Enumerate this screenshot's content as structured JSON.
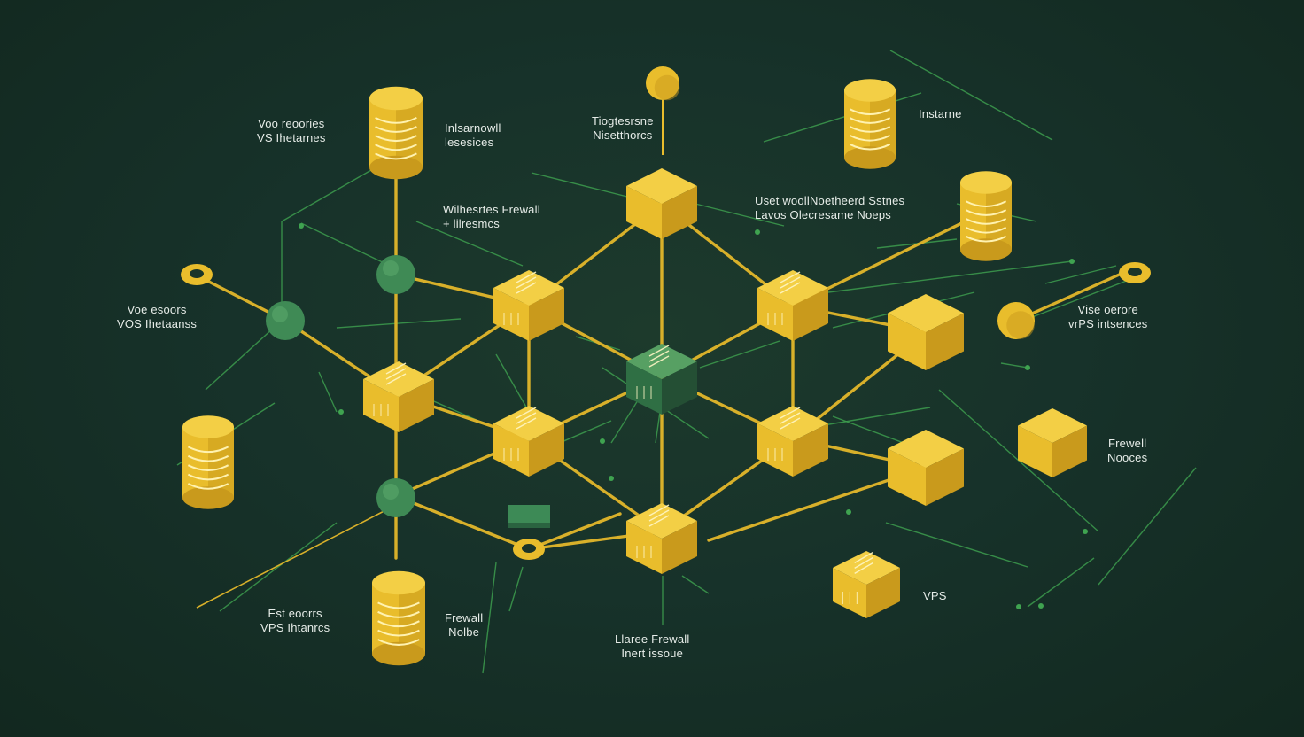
{
  "colors": {
    "background": "#17322a",
    "node_yellow": "#e9bd2c",
    "node_yellow_side": "#c99a1c",
    "node_yellow_top": "#f3cf45",
    "node_green": "#3f8a55",
    "link_yellow": "#d8b02a",
    "link_green": "#3fa350",
    "label_text": "#e6ece8"
  },
  "labels": [
    {
      "id": "l1",
      "lines": [
        "Voo reoories",
        "VS Ihetarnes"
      ]
    },
    {
      "id": "l2",
      "lines": [
        "Inlsarnowll",
        "lesesices"
      ]
    },
    {
      "id": "l3",
      "lines": [
        "Tiogtesrsne",
        "Nisetthorcs"
      ]
    },
    {
      "id": "l4",
      "lines": [
        "Instarne"
      ]
    },
    {
      "id": "l5",
      "lines": [
        "Wilhesrtes Frewall",
        "+ lilresmcs"
      ]
    },
    {
      "id": "l6",
      "lines": [
        "Uset woollNoetheerd Sstnes",
        "Lavos Olecresame Noeps"
      ]
    },
    {
      "id": "l7",
      "lines": [
        "Voe esoors",
        "VOS Ihetaanss"
      ]
    },
    {
      "id": "l8",
      "lines": [
        "Vise oerore",
        "vrPS intsences"
      ]
    },
    {
      "id": "l9",
      "lines": [
        "Frewell",
        "Nooces"
      ]
    },
    {
      "id": "l10",
      "lines": [
        "Est eoorrs",
        "VPS Ihtanrcs"
      ]
    },
    {
      "id": "l11",
      "lines": [
        "Frewall",
        "Nolbe"
      ]
    },
    {
      "id": "l12",
      "lines": [
        "Llaree Frewall",
        "Inert issoue"
      ]
    },
    {
      "id": "l13",
      "lines": [
        "VPS"
      ]
    }
  ]
}
